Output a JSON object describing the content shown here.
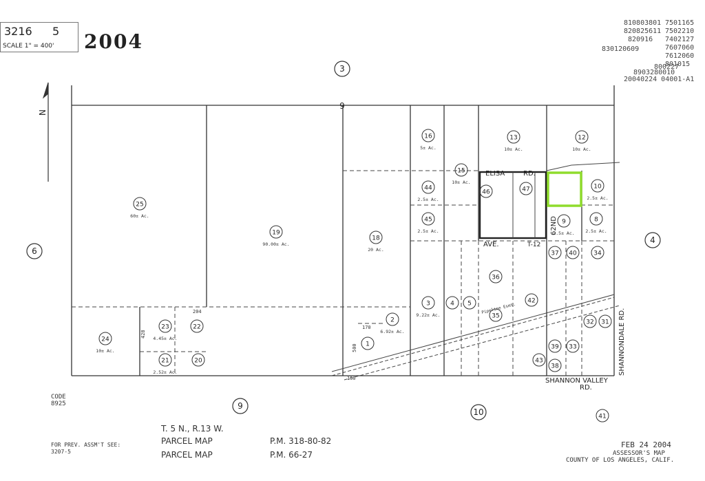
{
  "header": {
    "book": "3216",
    "page": "5",
    "scale": "SCALE 1\" = 400'",
    "year": "2004",
    "refs": [
      "810803801",
      "7501165",
      "820825611",
      "7502210",
      "820916",
      "7402127",
      "7607060",
      "830120609",
      "7612060",
      "801015",
      "8903280010",
      "800227",
      "20040224 04001-A1"
    ]
  },
  "sections": [
    "3",
    "6",
    "4",
    "9",
    "10",
    "9"
  ],
  "parcels": [
    {
      "num": "25",
      "area": "60± Ac."
    },
    {
      "num": "19",
      "area": "90.00± Ac."
    },
    {
      "num": "18",
      "area": "20 Ac."
    },
    {
      "num": "16",
      "area": "5± Ac."
    },
    {
      "num": "15",
      "area": "10± Ac."
    },
    {
      "num": "13",
      "area": "10± Ac."
    },
    {
      "num": "12",
      "area": "10± Ac."
    },
    {
      "num": "44",
      "area": "2.5± Ac."
    },
    {
      "num": "45",
      "area": "2.5± Ac."
    },
    {
      "num": "46",
      "area": ""
    },
    {
      "num": "47",
      "area": ""
    },
    {
      "num": "10",
      "area": "2.5± Ac."
    },
    {
      "num": "9",
      "area": "2.5± Ac."
    },
    {
      "num": "8",
      "area": "2.5± Ac."
    },
    {
      "num": "37",
      "area": ""
    },
    {
      "num": "40",
      "area": ""
    },
    {
      "num": "34",
      "area": ""
    },
    {
      "num": "36",
      "area": ""
    },
    {
      "num": "24",
      "area": "10± Ac."
    },
    {
      "num": "23",
      "area": "4.45± Ac."
    },
    {
      "num": "22",
      "area": ""
    },
    {
      "num": "21",
      "area": "2.52± Ac."
    },
    {
      "num": "20",
      "area": ""
    },
    {
      "num": "2",
      "area": "6.92± Ac."
    },
    {
      "num": "1",
      "area": ""
    },
    {
      "num": "3",
      "area": "9.22± Ac."
    },
    {
      "num": "4",
      "area": ""
    },
    {
      "num": "5",
      "area": ""
    },
    {
      "num": "35",
      "area": ""
    },
    {
      "num": "42",
      "area": ""
    },
    {
      "num": "39",
      "area": ""
    },
    {
      "num": "33",
      "area": ""
    },
    {
      "num": "43",
      "area": ""
    },
    {
      "num": "32",
      "area": ""
    },
    {
      "num": "31",
      "area": ""
    },
    {
      "num": "38",
      "area": ""
    },
    {
      "num": "41",
      "area": ""
    }
  ],
  "roads": {
    "elisa": "ELISA",
    "rd": "RD.",
    "ave": "AVE.",
    "t12": "T-12",
    "nd62": "62ND",
    "shannondale": "SHANNONDALE RD.",
    "shannon_valley": "SHANNON VALLEY",
    "shannon_rd": "RD.",
    "pipeline": "Pipeline Esmt."
  },
  "misc": {
    "north": "N",
    "code_label": "CODE",
    "code": "8925",
    "township": "T. 5 N., R.13 W.",
    "pm1_label": "PARCEL MAP",
    "pm1": "P.M. 318-80-82",
    "pm2_label": "PARCEL MAP",
    "pm2": "P.M. 66-27",
    "prev_label": "FOR PREV. ASSM'T SEE:",
    "prev": "3207-5",
    "stamp_date": "FEB 24 2004",
    "stamp_line1": "ASSESSOR'S MAP",
    "stamp_line2": "COUNTY OF LOS ANGELES, CALIF.",
    "dim_204": "204",
    "dim_170": "170",
    "dim_150": "150",
    "dim_500": "500",
    "dim_428": "428"
  },
  "colors": {
    "highlight": "#8fdc2c",
    "ink": "#333333"
  }
}
